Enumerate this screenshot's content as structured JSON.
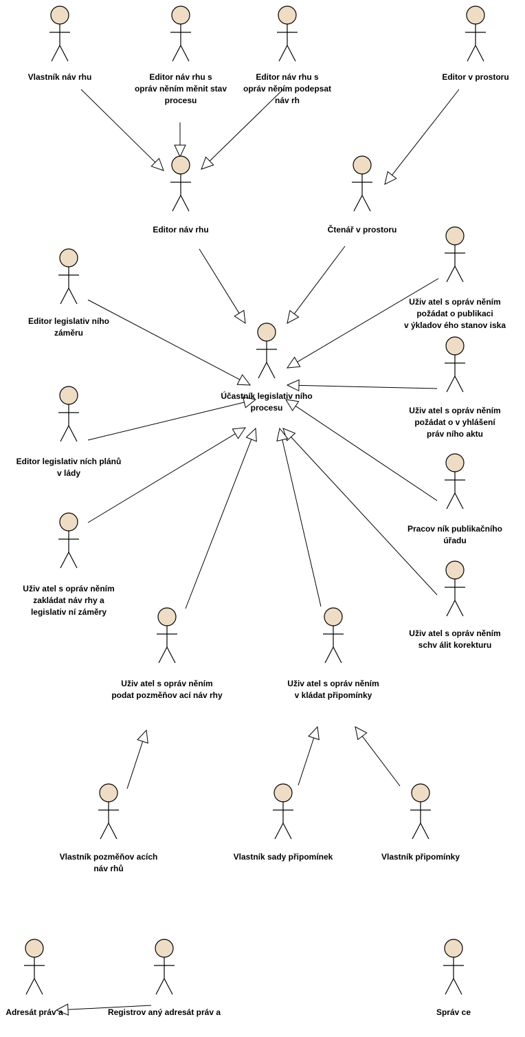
{
  "colors": {
    "actor_head": "#efdcc4",
    "line": "#000000",
    "arrowhead": "#ffffff"
  },
  "actors": {
    "vlastnik_navrhu": [
      "Vlastník náv rhu"
    ],
    "editor_stav": [
      "Editor náv rhu s",
      "opráv něním měnit stav",
      "procesu"
    ],
    "editor_podepsat": [
      "Editor náv rhu s",
      "opráv něním podepsat",
      "náv rh"
    ],
    "editor_v_prostoru": [
      "Editor v  prostoru"
    ],
    "editor_navrhu": [
      "Editor náv rhu"
    ],
    "ctenar": [
      "Čtenář v  prostoru"
    ],
    "editor_zameru": [
      "Editor legislativ ního",
      "záměru"
    ],
    "uzivatel_publikace": [
      "Uživ atel s opráv něním",
      "požádat o publikaci",
      "v ýkladov ého stanov iska"
    ],
    "ucastnik": [
      "Účastník legislativ ního",
      "procesu"
    ],
    "uzivatel_vyhlaseni": [
      "Uživ atel s opráv něním",
      "požádat o v yhlášení",
      "práv ního aktu"
    ],
    "editor_planu": [
      "Editor legislativ ních plánů",
      "v lády"
    ],
    "pracovnik": [
      "Pracov ník publikačního",
      "úřadu"
    ],
    "uzivatel_zakladat": [
      "Uživ atel s opráv něním",
      "zakládat náv rhy a",
      "legislativ ní záměry"
    ],
    "uzivatel_korektura": [
      "Uživ atel s opráv něním",
      "schv álit korekturu"
    ],
    "uzivatel_pozmenovaci": [
      "Uživ atel s opráv něním",
      "podat pozměňov ací náv rhy"
    ],
    "uzivatel_pripominky": [
      "Uživ atel s opráv něním",
      "v kládat připomínky"
    ],
    "vlastnik_pozmenovacich": [
      "Vlastník pozměňov acích",
      "náv rhů"
    ],
    "vlastnik_sady": [
      "Vlastník sady připomínek"
    ],
    "vlastnik_pripominky": [
      "Vlastník připomínky"
    ],
    "adresat": [
      "Adresát práv a"
    ],
    "registrovany": [
      "Registrov aný adresát práv a"
    ],
    "spravce": [
      "Správ ce"
    ]
  },
  "relations": [
    {
      "from": "vlastnik_navrhu",
      "to": "editor_navrhu"
    },
    {
      "from": "editor_stav",
      "to": "editor_navrhu"
    },
    {
      "from": "editor_podepsat",
      "to": "editor_navrhu"
    },
    {
      "from": "editor_v_prostoru",
      "to": "ctenar"
    },
    {
      "from": "editor_navrhu",
      "to": "ucastnik"
    },
    {
      "from": "ctenar",
      "to": "ucastnik"
    },
    {
      "from": "editor_zameru",
      "to": "ucastnik"
    },
    {
      "from": "uzivatel_publikace",
      "to": "ucastnik"
    },
    {
      "from": "uzivatel_vyhlaseni",
      "to": "ucastnik"
    },
    {
      "from": "editor_planu",
      "to": "ucastnik"
    },
    {
      "from": "pracovnik",
      "to": "ucastnik"
    },
    {
      "from": "uzivatel_zakladat",
      "to": "ucastnik"
    },
    {
      "from": "uzivatel_korektura",
      "to": "ucastnik"
    },
    {
      "from": "uzivatel_pozmenovaci",
      "to": "ucastnik"
    },
    {
      "from": "uzivatel_pripominky",
      "to": "ucastnik"
    },
    {
      "from": "vlastnik_pozmenovacich",
      "to": "uzivatel_pozmenovaci"
    },
    {
      "from": "vlastnik_sady",
      "to": "uzivatel_pripominky"
    },
    {
      "from": "vlastnik_pripominky",
      "to": "uzivatel_pripominky"
    },
    {
      "from": "registrovany",
      "to": "adresat"
    }
  ]
}
